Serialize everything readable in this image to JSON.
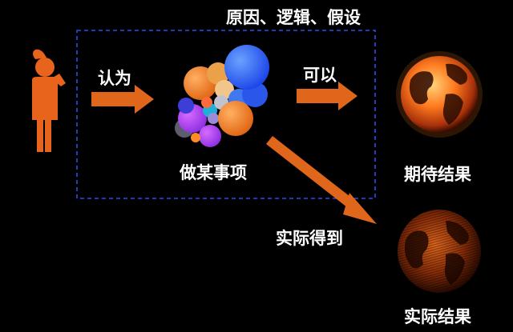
{
  "diagram": {
    "frame_caption": "原因、逻辑、假设",
    "edge_believe": "认为",
    "edge_can": "可以",
    "edge_actual_get": "实际得到",
    "action_label": "做某事项",
    "expected_label": "期待结果",
    "actual_label": "实际结果"
  },
  "colors": {
    "arrow": "#e0661c",
    "frame": "#2e4cf0",
    "person": "#e8631c",
    "globe_glow": "#ff7a1e"
  }
}
